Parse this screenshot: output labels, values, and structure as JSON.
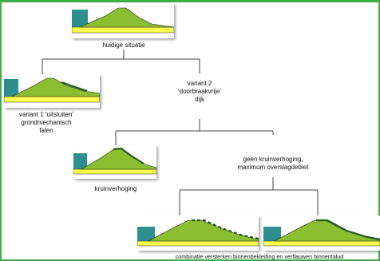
{
  "colors": {
    "water": "#2f8f8f",
    "embankment": "#8cbe32",
    "base_layer": "#ffff4d",
    "reinforcement": "#1f5a1f",
    "connector": "#444444",
    "frame": "#3fae49"
  },
  "nodes": {
    "root": {
      "label": "huidige situatie"
    },
    "variant1": {
      "lines": [
        "variant 1 ‘uitsluiten’",
        "grondmechanisch",
        "falen"
      ]
    },
    "variant2": {
      "lines": [
        "variant 2",
        "‘doorbraakvrije’",
        "dijk"
      ]
    },
    "crest": {
      "label": "kruinverhoging"
    },
    "no_crest": {
      "lines": [
        "geen kruinverhoging,",
        "maximum overslagdebiet"
      ]
    },
    "combination": {
      "label": "combinatie versterken binnenbekleding en verflauwen binnentalud"
    }
  }
}
